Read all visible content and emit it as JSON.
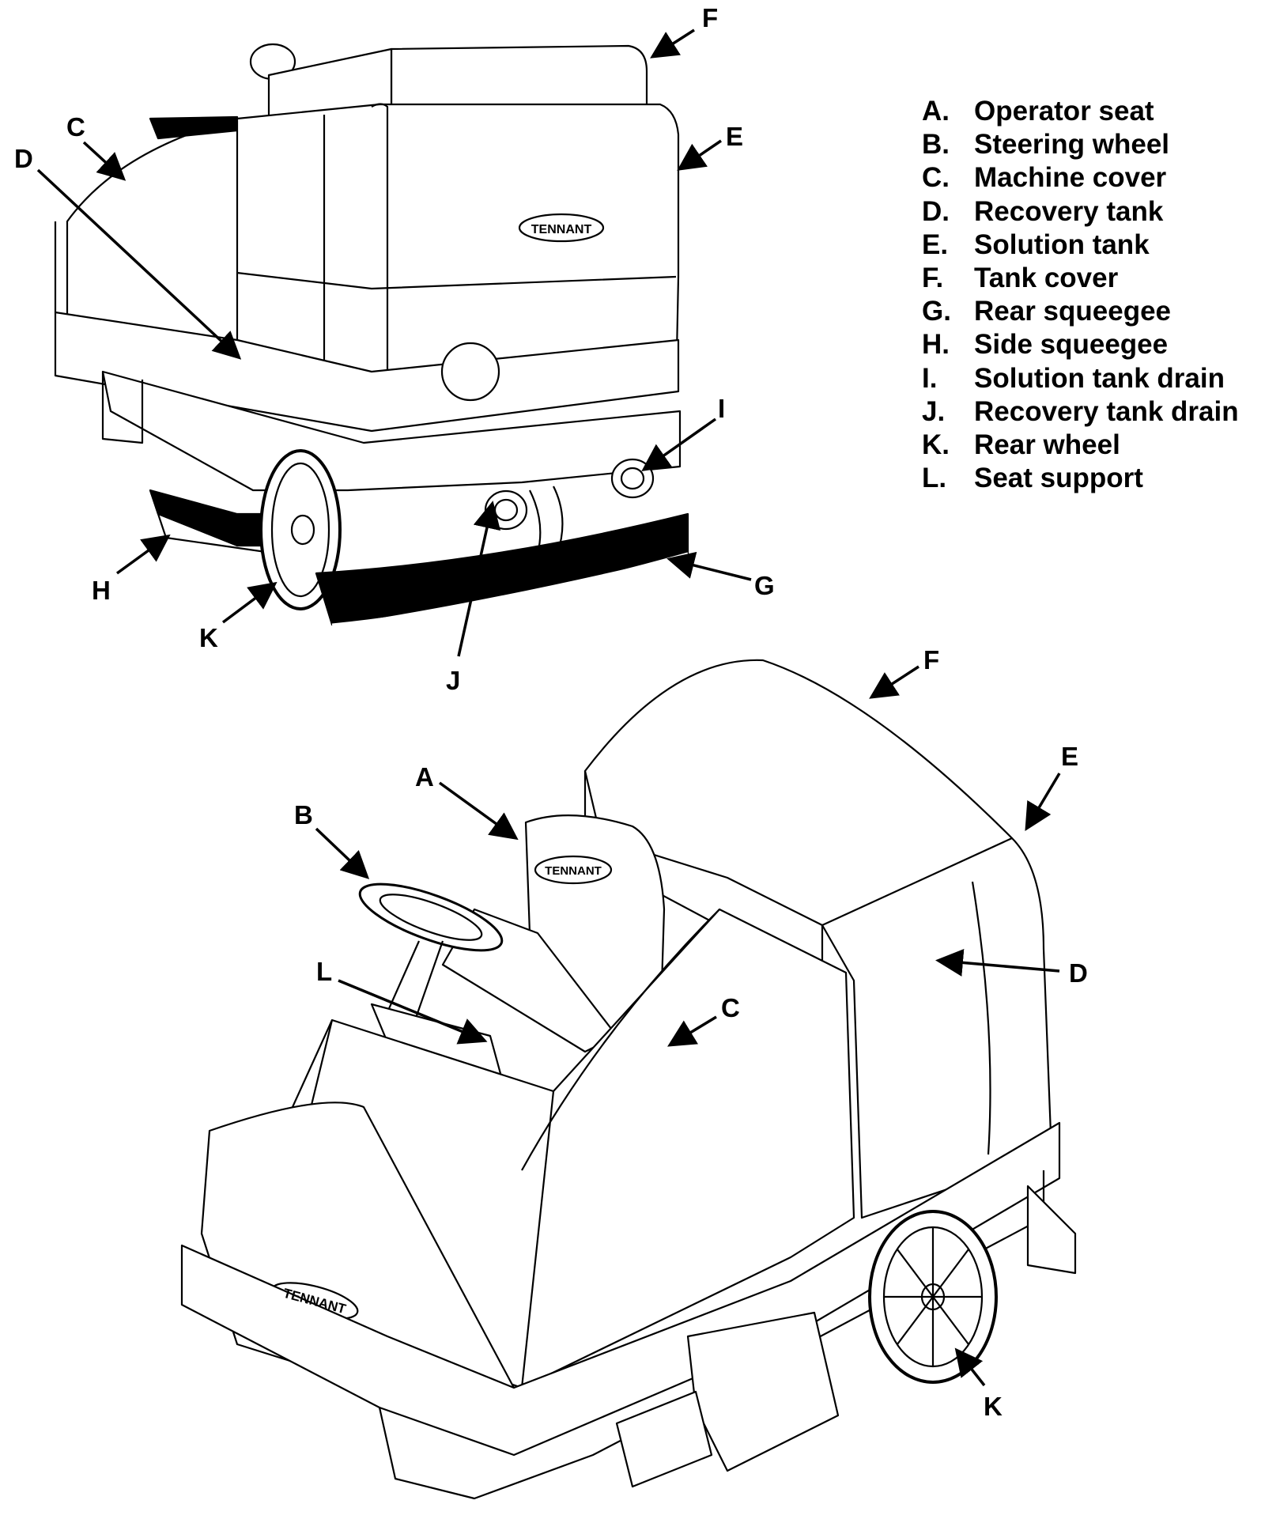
{
  "legend": [
    {
      "key": "A.",
      "text": "Operator seat"
    },
    {
      "key": "B.",
      "text": "Steering wheel"
    },
    {
      "key": "C.",
      "text": "Machine cover"
    },
    {
      "key": "D.",
      "text": "Recovery tank"
    },
    {
      "key": "E.",
      "text": "Solution tank"
    },
    {
      "key": "F.",
      "text": "Tank cover"
    },
    {
      "key": "G.",
      "text": "Rear squeegee"
    },
    {
      "key": "H.",
      "text": "Side squeegee"
    },
    {
      "key": "I.",
      "text": "Solution tank drain"
    },
    {
      "key": "J.",
      "text": "Recovery tank drain"
    },
    {
      "key": "K.",
      "text": "Rear wheel"
    },
    {
      "key": "L.",
      "text": "Seat support"
    }
  ],
  "rear_view": {
    "callouts": {
      "F": "F",
      "E": "E",
      "C": "C",
      "D": "D",
      "I": "I",
      "G": "G",
      "H": "H",
      "K": "K",
      "J": "J"
    },
    "logo": "TENNANT"
  },
  "front_view": {
    "callouts": {
      "F": "F",
      "E": "E",
      "A": "A",
      "B": "B",
      "D": "D",
      "L": "L",
      "C": "C",
      "K": "K"
    },
    "logo_seat": "TENNANT",
    "logo_front": "TENNANT"
  }
}
